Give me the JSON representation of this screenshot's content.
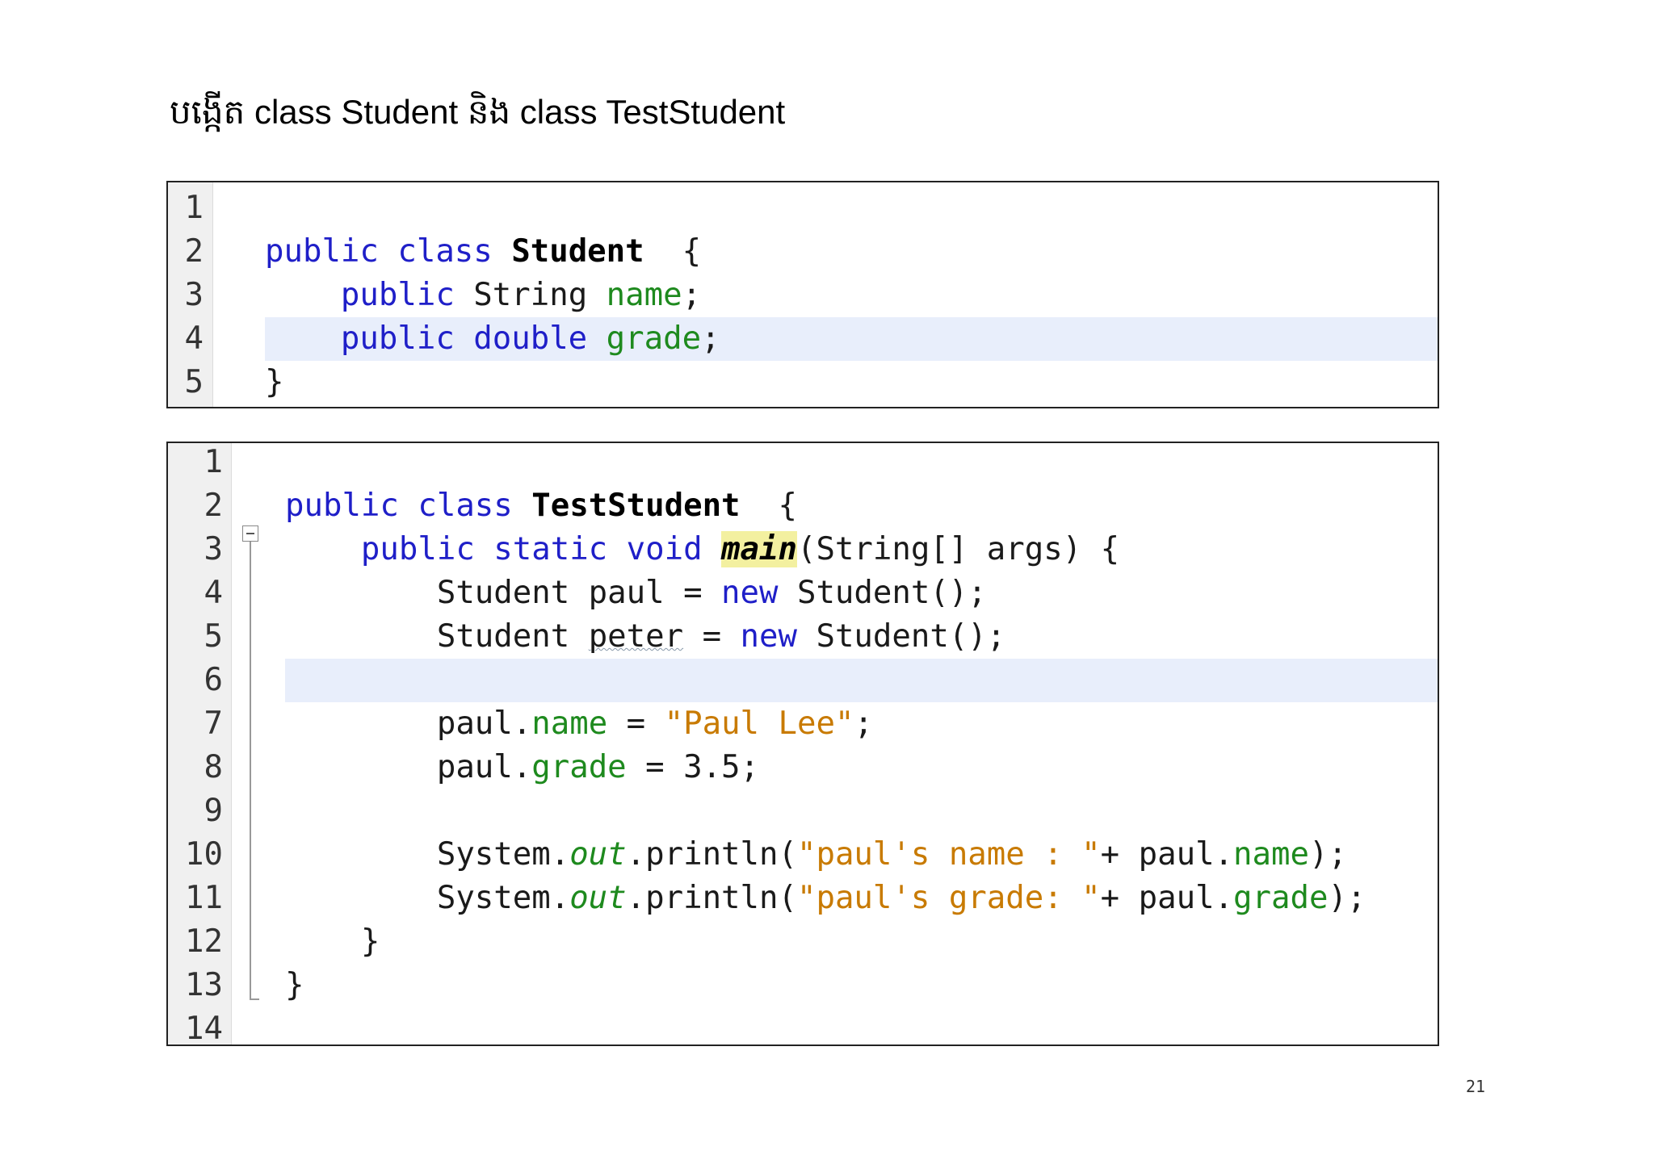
{
  "title": "បង្កើត class Student និង class TestStudent",
  "page_number": "21",
  "code_block_1": {
    "lines": [
      {
        "n": "1",
        "tokens": []
      },
      {
        "n": "2",
        "tokens": [
          [
            "kw",
            "public class "
          ],
          [
            "bold",
            "Student"
          ],
          [
            "",
            "  {"
          ]
        ]
      },
      {
        "n": "3",
        "tokens": [
          [
            "",
            "    "
          ],
          [
            "kw",
            "public "
          ],
          [
            "",
            "String "
          ],
          [
            "fld",
            "name"
          ],
          [
            "",
            ";"
          ]
        ]
      },
      {
        "n": "4",
        "highlight": true,
        "tokens": [
          [
            "",
            "    "
          ],
          [
            "kw",
            "public double "
          ],
          [
            "fld",
            "grade"
          ],
          [
            "",
            ";"
          ]
        ]
      },
      {
        "n": "5",
        "tokens": [
          [
            "",
            "}"
          ]
        ]
      }
    ]
  },
  "code_block_2": {
    "lines": [
      {
        "n": "1",
        "tokens": []
      },
      {
        "n": "2",
        "tokens": [
          [
            "kw",
            "public class "
          ],
          [
            "bold",
            "TestStudent"
          ],
          [
            "",
            "  {"
          ]
        ]
      },
      {
        "n": "3",
        "tokens": [
          [
            "",
            "    "
          ],
          [
            "kw",
            "public static void "
          ],
          [
            "mainhl",
            "main"
          ],
          [
            "",
            "(String[] args) {"
          ]
        ]
      },
      {
        "n": "4",
        "tokens": [
          [
            "",
            "        Student paul = "
          ],
          [
            "kw",
            "new "
          ],
          [
            "",
            "Student();"
          ]
        ]
      },
      {
        "n": "5",
        "tokens": [
          [
            "",
            "        Student "
          ],
          [
            "squig",
            "peter"
          ],
          [
            "",
            " = "
          ],
          [
            "kw",
            "new "
          ],
          [
            "",
            "Student();"
          ]
        ]
      },
      {
        "n": "6",
        "highlight": true,
        "tokens": []
      },
      {
        "n": "7",
        "tokens": [
          [
            "",
            "        paul."
          ],
          [
            "fld",
            "name"
          ],
          [
            "",
            " = "
          ],
          [
            "str",
            "\"Paul Lee\""
          ],
          [
            "",
            ";"
          ]
        ]
      },
      {
        "n": "8",
        "tokens": [
          [
            "",
            "        paul."
          ],
          [
            "fld",
            "grade"
          ],
          [
            "",
            " = 3.5;"
          ]
        ]
      },
      {
        "n": "9",
        "tokens": []
      },
      {
        "n": "10",
        "tokens": [
          [
            "",
            "        System."
          ],
          [
            "ital",
            "out"
          ],
          [
            "",
            ".println("
          ],
          [
            "str",
            "\"paul's name : \""
          ],
          [
            "",
            "+ paul."
          ],
          [
            "fld",
            "name"
          ],
          [
            "",
            ");"
          ]
        ]
      },
      {
        "n": "11",
        "tokens": [
          [
            "",
            "        System."
          ],
          [
            "ital",
            "out"
          ],
          [
            "",
            ".println("
          ],
          [
            "str",
            "\"paul's grade: \""
          ],
          [
            "",
            "+ paul."
          ],
          [
            "fld",
            "grade"
          ],
          [
            "",
            ");"
          ]
        ]
      },
      {
        "n": "12",
        "tokens": [
          [
            "",
            "    }"
          ]
        ]
      },
      {
        "n": "13",
        "tokens": [
          [
            "",
            "}"
          ]
        ]
      },
      {
        "n": "14",
        "tokens": []
      }
    ]
  }
}
